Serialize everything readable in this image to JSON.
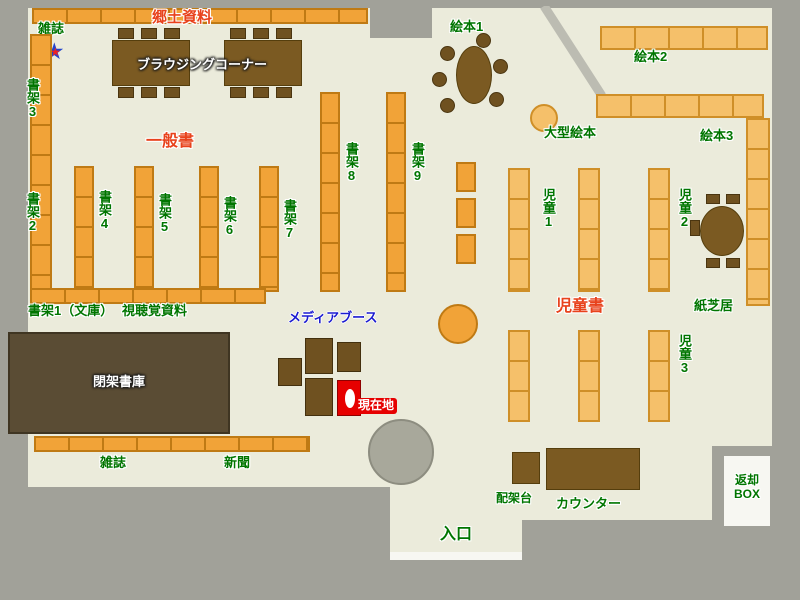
{
  "labels": {
    "zasshi_top": "雑誌",
    "kyodo_shiryo": "郷土資料",
    "browsing_corner": "ブラウジングコーナー",
    "ehon1": "絵本1",
    "ehon2": "絵本2",
    "ehon3": "絵本3",
    "ogata_ehon": "大型絵本",
    "shoka1_bunko": "書架1（文庫）",
    "shoka2": "書架2",
    "shoka3": "書架3",
    "shoka4": "書架4",
    "shoka5": "書架5",
    "shoka6": "書架6",
    "shoka7": "書架7",
    "shoka8": "書架8",
    "shoka9": "書架9",
    "ippansho": "一般書",
    "shichokaku_shiryo": "視聴覚資料",
    "media_booth": "メディアブース",
    "genzaichi": "現在地",
    "heika_shoko": "閉架書庫",
    "jido1": "児童1",
    "jido2": "児童2",
    "jido3": "児童3",
    "jidosho": "児童書",
    "kamishibai": "紙芝居",
    "zasshi_bottom": "雑誌",
    "shinbun": "新聞",
    "haikadai": "配架台",
    "counter": "カウンター",
    "henkyaku_box": "返却\nBOX",
    "iriguchi": "入口"
  },
  "icons": {
    "star": "★"
  },
  "colors": {
    "floor": "#ebebdb",
    "wall": "#a1a199",
    "shelf_orange": "#f1a338",
    "shelf_light": "#f5c06a",
    "furniture_brown": "#7b5a22",
    "closed_stacks": "#5a4c34",
    "marker_red": "#e60000",
    "text_green": "#007500",
    "text_red": "#e8421c",
    "text_blue": "#1b1bd0"
  }
}
